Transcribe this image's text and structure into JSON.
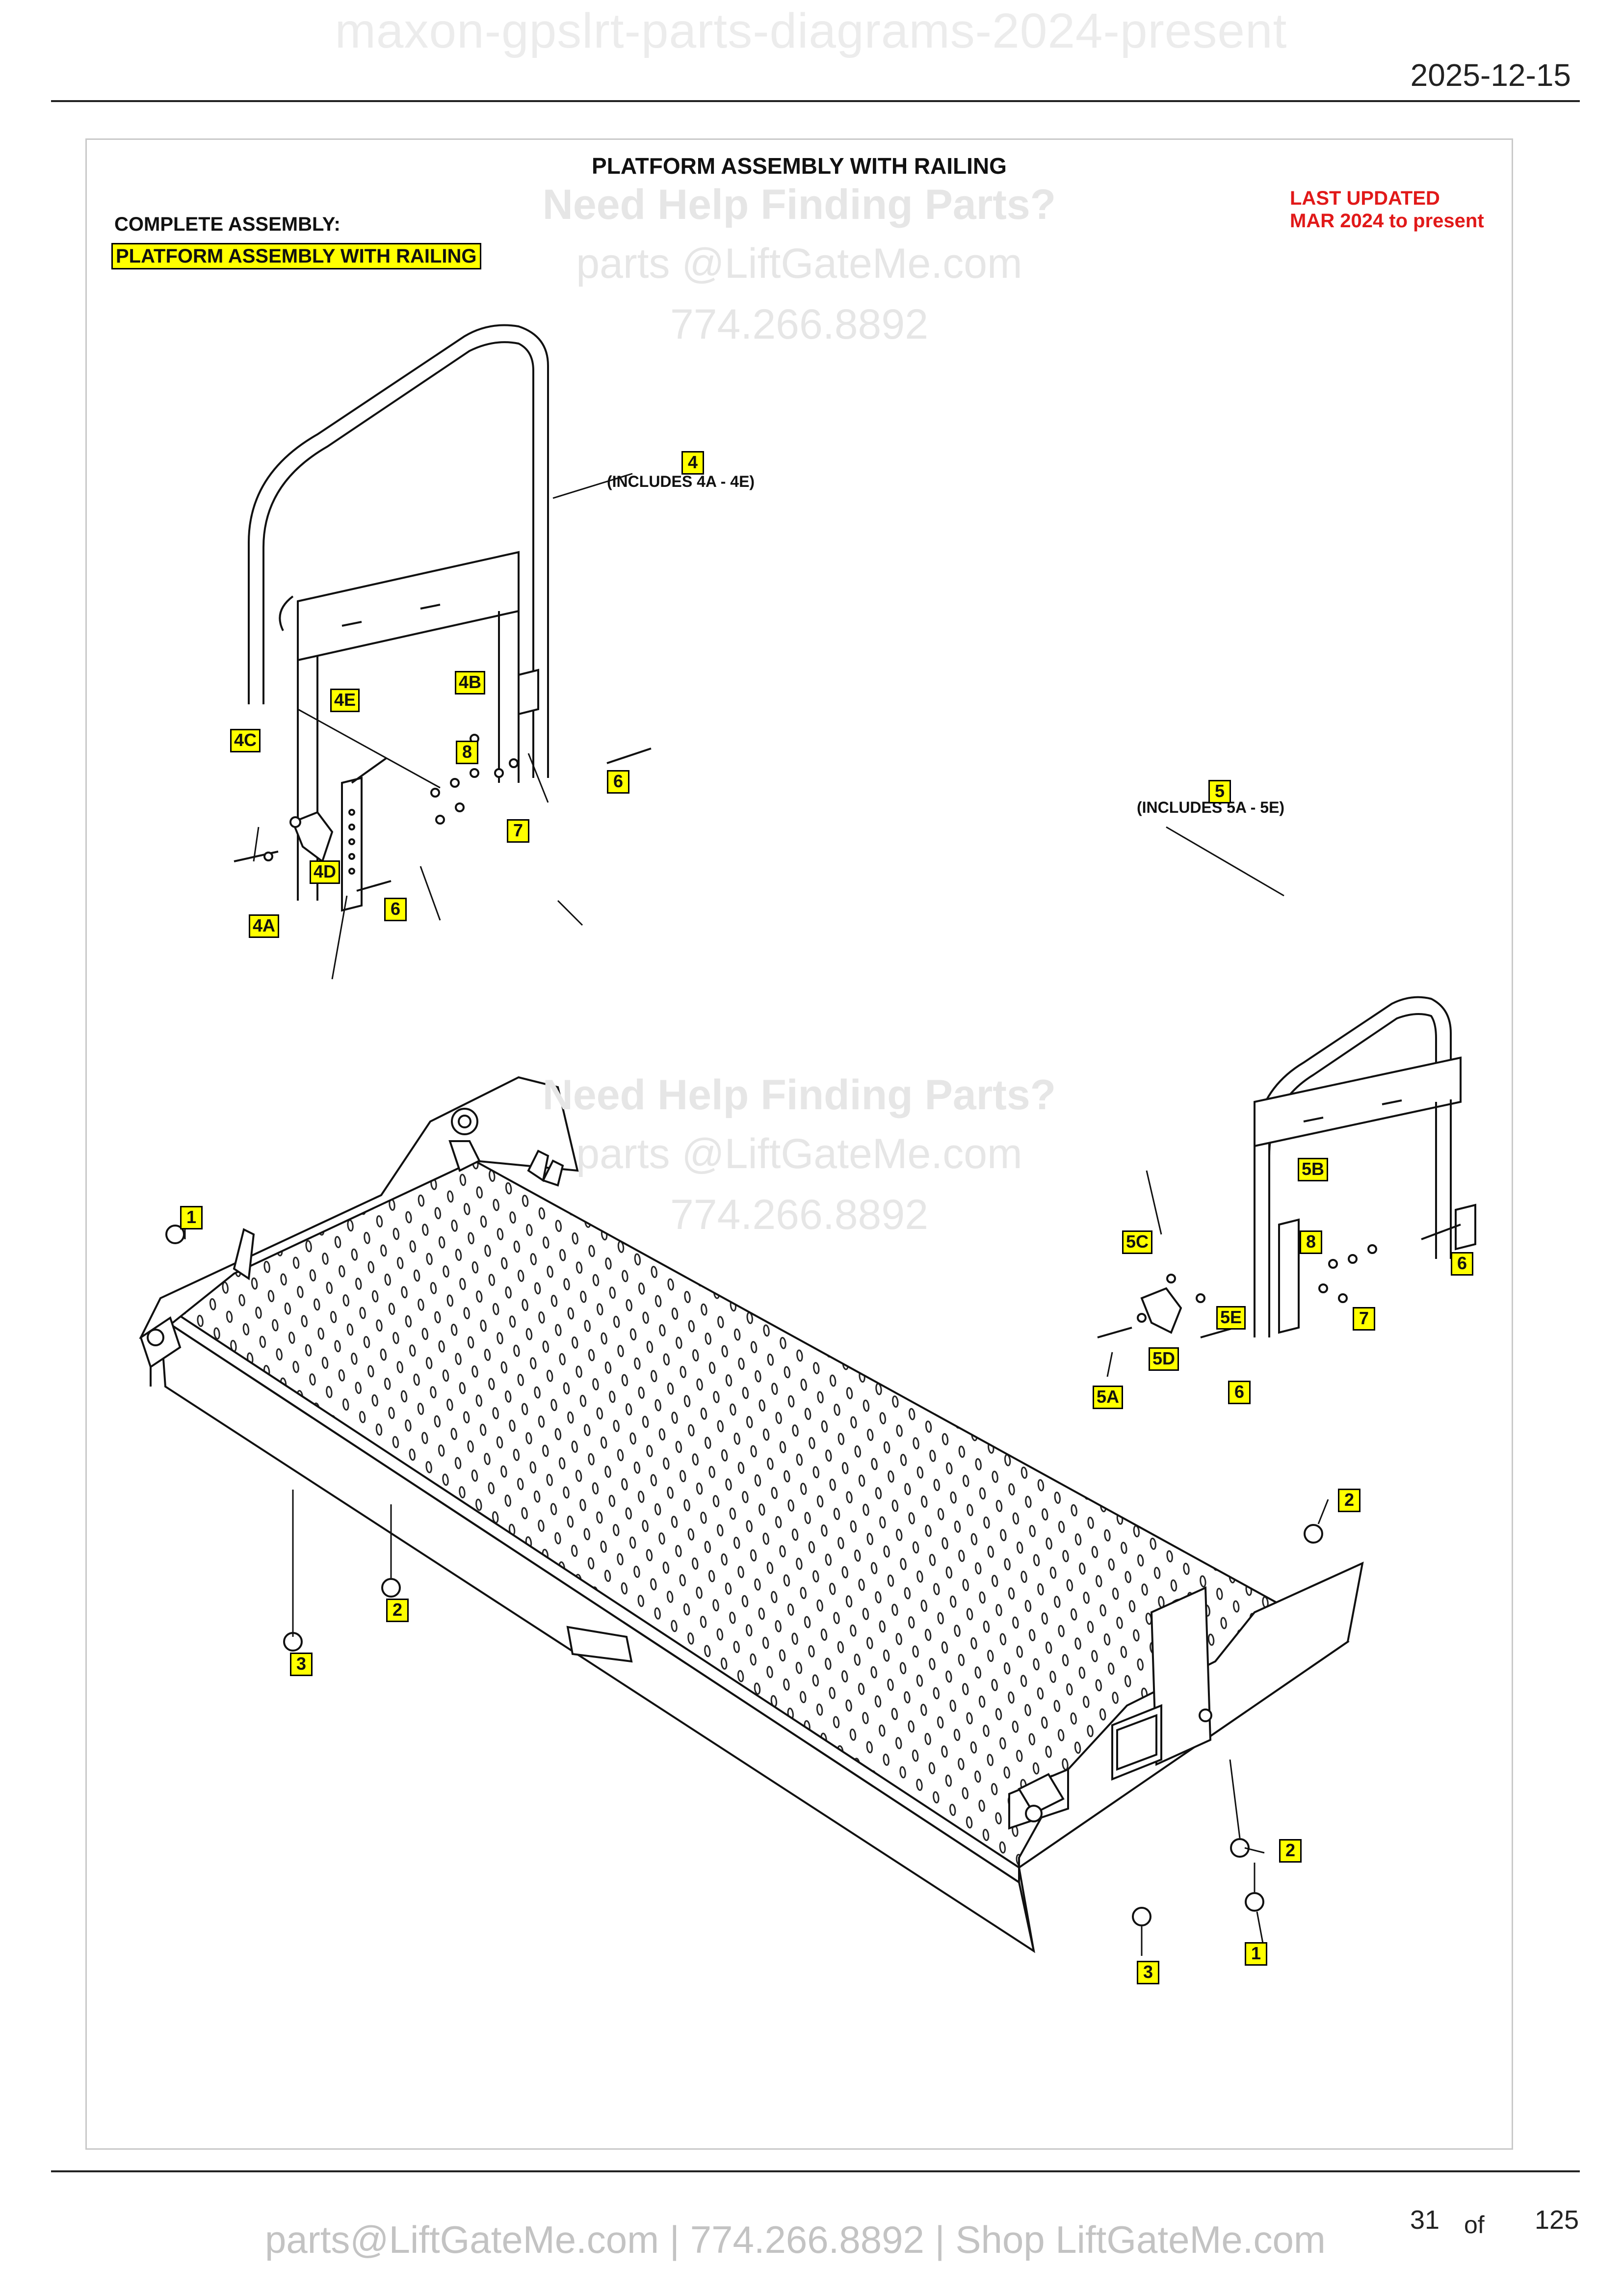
{
  "document": {
    "header_title": "maxon-gpslrt-parts-diagrams-2024-present",
    "date": "2025-12-15"
  },
  "diagram": {
    "title": "PLATFORM ASSEMBLY WITH RAILING",
    "complete_assembly_label": "COMPLETE ASSEMBLY:",
    "complete_assembly_name": "PLATFORM ASSEMBLY WITH RAILING",
    "last_updated_line1": "LAST UPDATED",
    "last_updated_line2": "MAR 2024 to present",
    "watermark": {
      "line1": "Need Help Finding Parts?",
      "line2": "parts @LiftGateMe.com",
      "line3": "774.266.8892"
    },
    "notes": {
      "includes_4": "(INCLUDES 4A - 4E)",
      "includes_5": "(INCLUDES 5A - 5E)"
    },
    "callouts": [
      "4",
      "4A",
      "4B",
      "4C",
      "4D",
      "4E",
      "5",
      "5A",
      "5B",
      "5C",
      "5D",
      "5E",
      "1",
      "2",
      "3",
      "6",
      "7",
      "8"
    ]
  },
  "footer": {
    "contact": "parts@LiftGateMe.com | 774.266.8892 | Shop LiftGateMe.com",
    "page_current": "31",
    "page_of": "of",
    "page_total": "125"
  }
}
